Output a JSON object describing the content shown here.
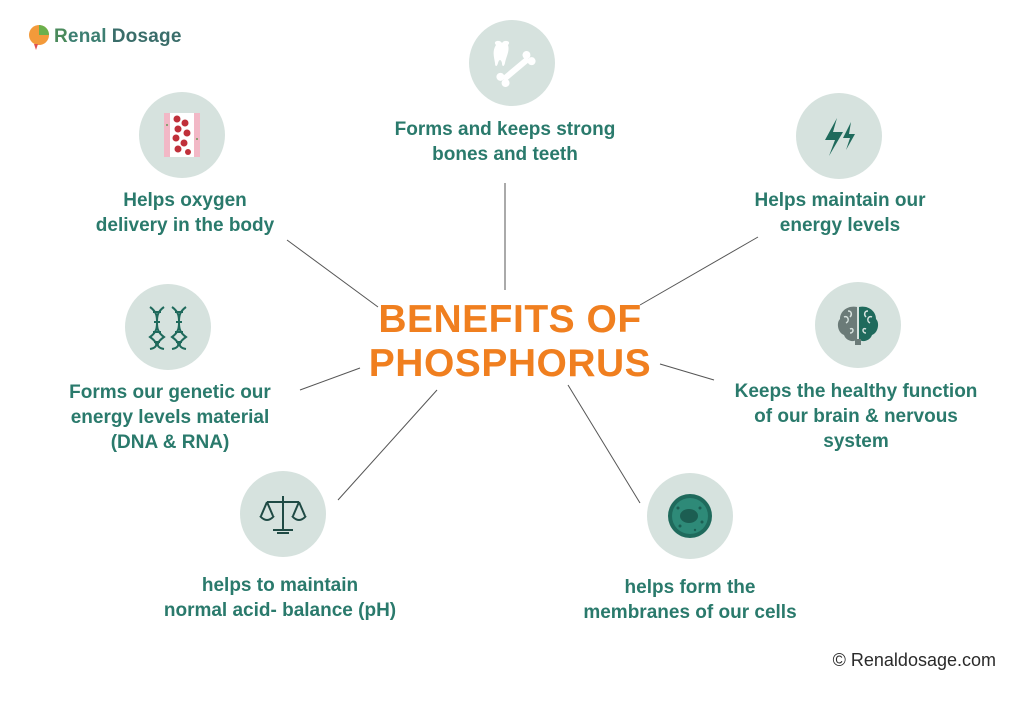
{
  "brand": {
    "logo_r": "R",
    "logo_rest": "enal",
    "logo_dosage": "Dosage"
  },
  "title": {
    "line1": "BENEFITS OF",
    "line2": "PHOSPHORUS"
  },
  "benefits": [
    {
      "icon": "bone-tooth-icon",
      "lines": [
        "Forms and keeps strong",
        "bones and teeth"
      ]
    },
    {
      "icon": "energy-bolt-icon",
      "lines": [
        "Helps maintain our",
        "energy levels"
      ]
    },
    {
      "icon": "brain-icon",
      "lines": [
        "Keeps the healthy function",
        "of our brain & nervous",
        "system"
      ]
    },
    {
      "icon": "cell-icon",
      "lines": [
        "helps form the",
        "membranes of our cells"
      ]
    },
    {
      "icon": "balance-scale-icon",
      "lines": [
        "helps to maintain",
        "normal acid- balance (pH)"
      ]
    },
    {
      "icon": "dna-icon",
      "lines": [
        "Forms our genetic our",
        "energy levels material",
        "(DNA & RNA)"
      ]
    },
    {
      "icon": "blood-cells-icon",
      "lines": [
        "Helps oxygen",
        "delivery in the body"
      ]
    }
  ],
  "footer": {
    "copyright": "© Renaldosage.com"
  },
  "colors": {
    "accent_orange": "#f07f1f",
    "text_teal": "#2a7a6c",
    "icon_bg": "#d6e2de",
    "icon_dark": "#1f6a5c"
  }
}
